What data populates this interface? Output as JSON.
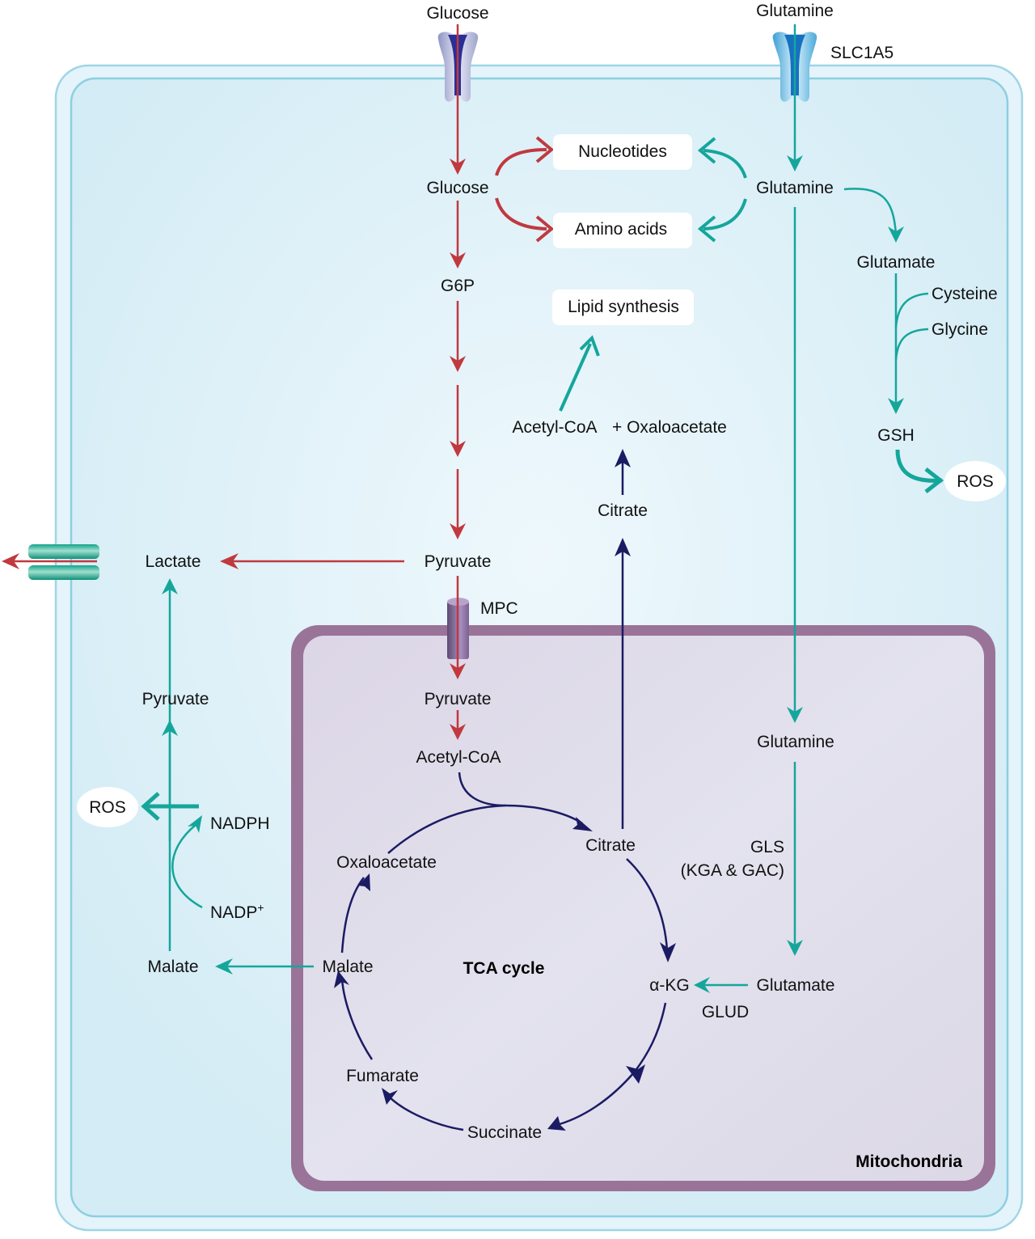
{
  "colors": {
    "glycolysis": "#c0393f",
    "glutamine": "#15a69b",
    "tca": "#1b1b63",
    "cell_fill": "#d6edf6",
    "cell_border": "#9fd6e5",
    "mito_border": "#9a7399",
    "mito_fill": "#ddd8e7",
    "mpc": "#8a6e9a",
    "glut_transporter": "#2a2f96",
    "slc_transporter": "#1672c0",
    "lactate_transporter": "#16a28a"
  },
  "extracellular": {
    "glucose": "Glucose",
    "glutamine": "Glutamine",
    "slc1a5": "SLC1A5"
  },
  "cytoplasm": {
    "glucose": "Glucose",
    "glutamine": "Glutamine",
    "nucleotides": "Nucleotides",
    "amino_acids": "Amino acids",
    "g6p": "G6P",
    "lipid_synthesis": "Lipid synthesis",
    "acetyl_coa": "Acetyl-CoA",
    "plus_oxaloacetate": "+ Oxaloacetate",
    "citrate": "Citrate",
    "pyruvate": "Pyruvate",
    "lactate": "Lactate",
    "mpc": "MPC",
    "glutamate": "Glutamate",
    "cysteine": "Cysteine",
    "glycine": "Glycine",
    "gsh": "GSH",
    "ros_right": "ROS",
    "pyruvate_left": "Pyruvate",
    "ros_left": "ROS",
    "nadph": "NADPH",
    "nadp": "NADP",
    "nadp_sup": "+",
    "malate_left": "Malate"
  },
  "mitochondria": {
    "title": "Mitochondria",
    "pyruvate": "Pyruvate",
    "acetyl_coa": "Acetyl-CoA",
    "citrate": "Citrate",
    "oxaloacetate": "Oxaloacetate",
    "malate": "Malate",
    "fumarate": "Fumarate",
    "succinate": "Succinate",
    "akg": "α-KG",
    "tca_cycle": "TCA cycle",
    "glutamine": "Glutamine",
    "gls": "GLS",
    "gls_isoforms": "(KGA & GAC)",
    "glutamate": "Glutamate",
    "glud": "GLUD"
  }
}
